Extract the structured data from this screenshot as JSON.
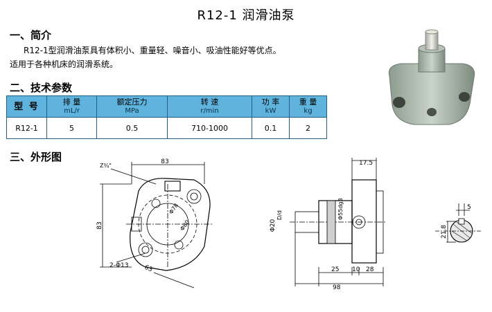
{
  "title": "R12-1 润滑油泵",
  "intro": {
    "heading": "一、简介",
    "line1": "R12-1型润滑油泵具有体积小、重量轻、噪音小、吸油性能好等优点。",
    "line2": "适用于各种机床的润滑系统。"
  },
  "specs": {
    "heading": "二、技术参数",
    "columns": [
      {
        "label": "型 号",
        "unit": ""
      },
      {
        "label": "排 量",
        "unit": "mL/r"
      },
      {
        "label": "额定压力",
        "unit": "MPa"
      },
      {
        "label": "转 速",
        "unit": "r/min"
      },
      {
        "label": "功 率",
        "unit": "kW"
      },
      {
        "label": "重 量",
        "unit": "kg"
      }
    ],
    "row": [
      "R12-1",
      "5",
      "0.5",
      "710-1000",
      "0.1",
      "2"
    ]
  },
  "outline": {
    "heading": "三、外形图",
    "front": {
      "dim_width": "83",
      "dim_height": "83",
      "angle": "Z¾\"",
      "pcd1": "Φ78",
      "pcd2": "Φ80",
      "holes": "2-Φ13",
      "diag": "63"
    },
    "side": {
      "top": "17.5",
      "shaft_dia": "Φ20",
      "fit": "D/d",
      "body_dia": "Φ55dg3",
      "d1": "25",
      "d2": "10",
      "d3": "28",
      "total": "98"
    },
    "section": {
      "key": "5",
      "depth": "21.8"
    }
  }
}
